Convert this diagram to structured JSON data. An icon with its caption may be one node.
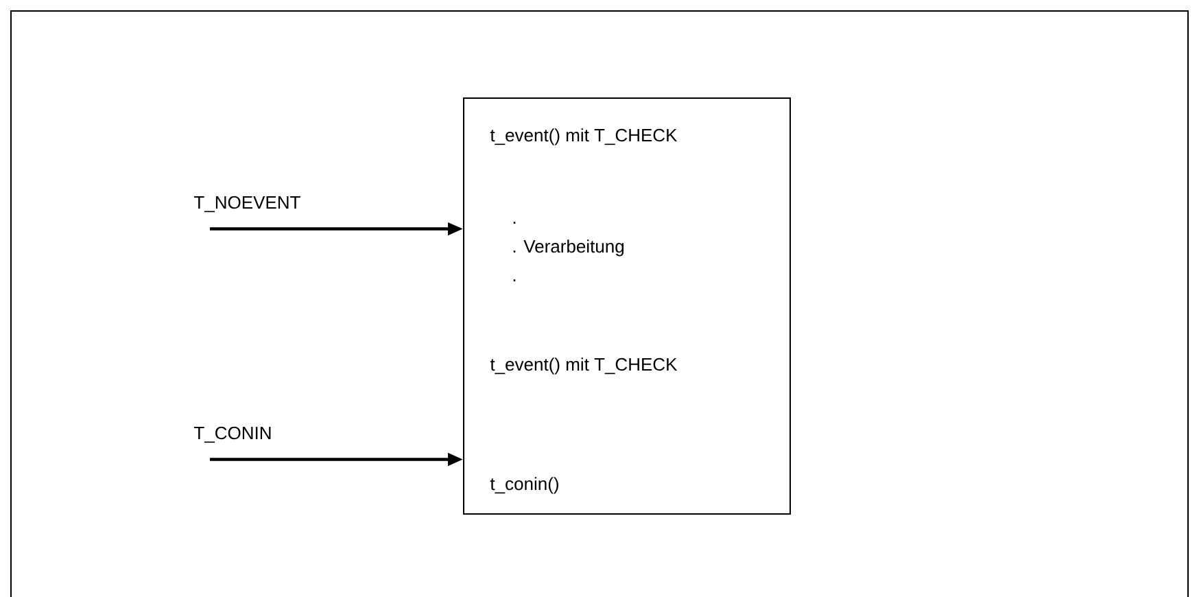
{
  "diagram": {
    "nodes": [
      {
        "text": [
          "t_event() mit T_CHECK",
          ".",
          ". Verarbeitung",
          ".",
          "t_event() mit T_CHECK",
          "t_conin()"
        ]
      },
      {
        "text": [
          "T_NOEVENT"
        ]
      },
      {
        "text": [
          "T_CONIN"
        ]
      }
    ],
    "edges": [
      {
        "from": 1,
        "to": 0,
        "arrow": "to"
      },
      {
        "from": 2,
        "to": 0,
        "arrow": "to"
      }
    ]
  }
}
